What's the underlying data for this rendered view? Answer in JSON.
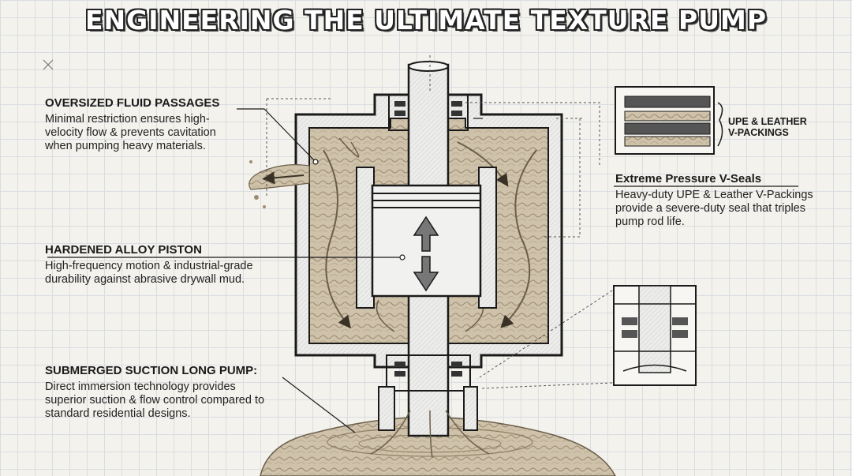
{
  "title": "ENGINEERING THE ULTIMATE TEXTURE PUMP",
  "callouts": {
    "fluid": {
      "heading": "OVERSIZED FLUID PASSAGES",
      "body": "Minimal restriction ensures high-velocity flow & prevents cavitation when pumping heavy materials."
    },
    "piston": {
      "heading": "HARDENED ALLOY PISTON",
      "body": "High-frequency motion & industrial-grade durability against abrasive drywall mud."
    },
    "suction": {
      "heading": "SUBMERGED SUCTION LONG PUMP:",
      "body": "Direct immersion technology provides superior suction & flow control compared to standard residential designs."
    },
    "seals": {
      "heading": "Extreme Pressure V-Seals",
      "body": "Heavy-duty UPE & Leather V-Packings provide a severe-duty seal that triples pump rod life."
    }
  },
  "packing_label_line1": "UPE & LEATHER",
  "packing_label_line2": "V-PACKINGS",
  "colors": {
    "ink": "#1a1a1a",
    "mud": "#c9bca4",
    "mud_dark": "#8f7f66",
    "metal": "#e8e8e6",
    "grid": "#d9dde2"
  }
}
